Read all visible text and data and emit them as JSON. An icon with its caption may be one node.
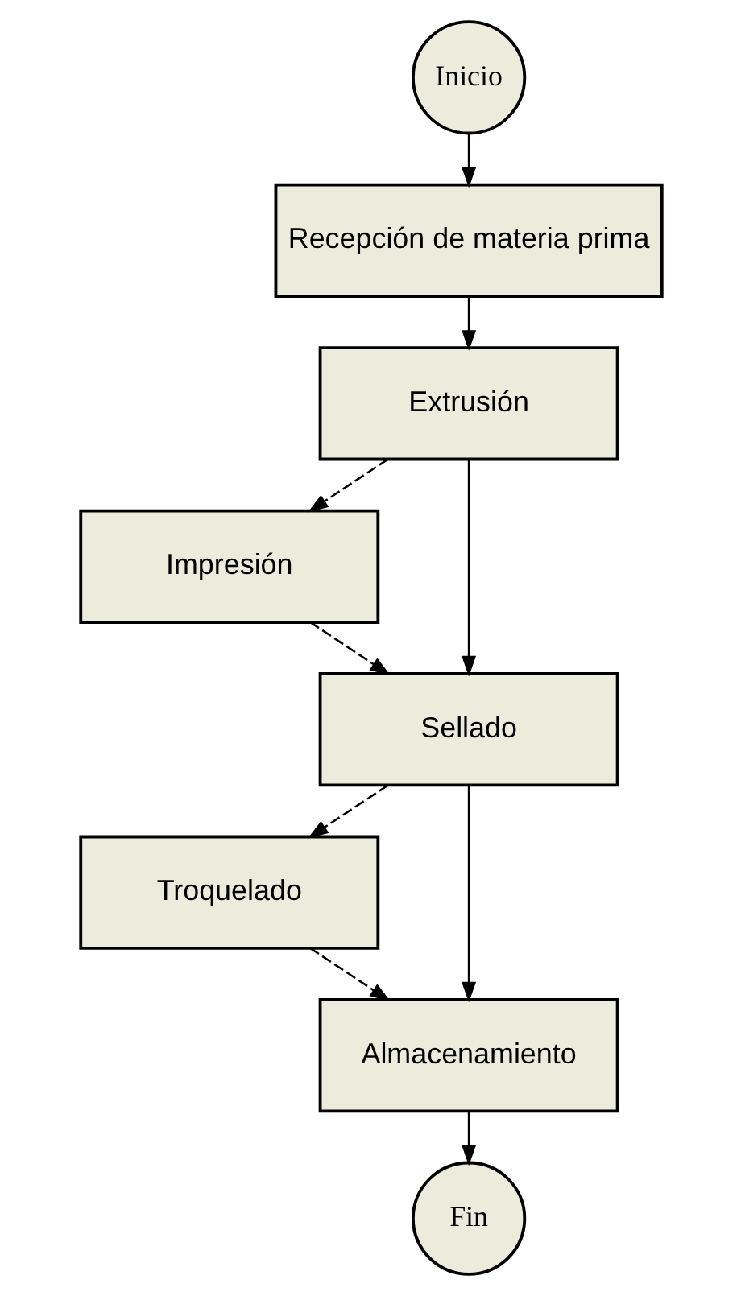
{
  "diagram": {
    "nodes": [
      {
        "text": [
          "Inicio"
        ]
      },
      {
        "text": [
          "Recepción de materia prima"
        ]
      },
      {
        "text": [
          "Extrusión"
        ]
      },
      {
        "text": [
          "Impresión"
        ]
      },
      {
        "text": [
          "Sellado"
        ]
      },
      {
        "text": [
          "Troquelado"
        ]
      },
      {
        "text": [
          "Almacenamiento"
        ]
      },
      {
        "text": [
          "Fin"
        ]
      }
    ],
    "edges": [
      {
        "from": 0,
        "to": 1,
        "arrow": "to"
      },
      {
        "from": 1,
        "to": 2,
        "arrow": "to"
      },
      {
        "from": 2,
        "to": 4,
        "arrow": "to"
      },
      {
        "from": 2,
        "to": 3,
        "arrow": "to",
        "style": "dashed"
      },
      {
        "from": 3,
        "to": 4,
        "arrow": "to",
        "style": "dashed"
      },
      {
        "from": 4,
        "to": 6,
        "arrow": "to"
      },
      {
        "from": 4,
        "to": 5,
        "arrow": "to",
        "style": "dashed"
      },
      {
        "from": 5,
        "to": 6,
        "arrow": "to",
        "style": "dashed"
      },
      {
        "from": 6,
        "to": 7,
        "arrow": "to"
      }
    ]
  }
}
